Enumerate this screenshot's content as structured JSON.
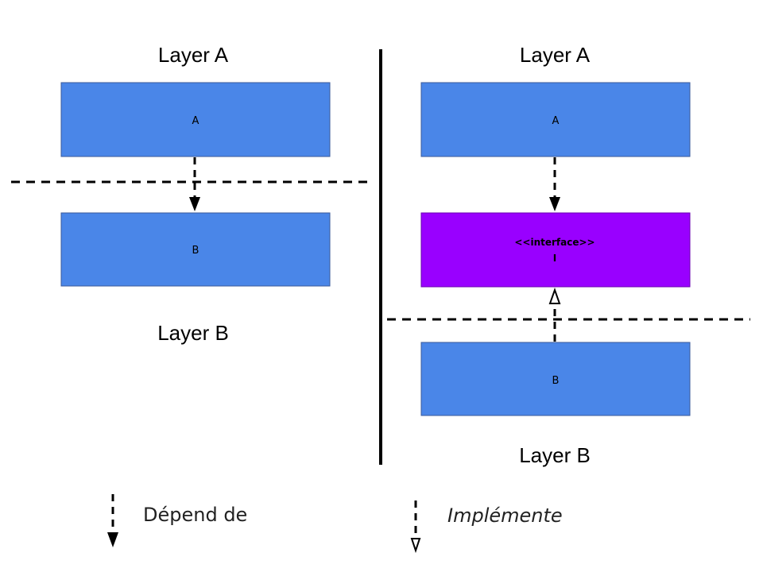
{
  "left": {
    "layer_a_label": "Layer A",
    "layer_b_label": "Layer B",
    "box_a_label": "A",
    "box_b_label": "B"
  },
  "right": {
    "layer_a_label": "Layer A",
    "layer_b_label": "Layer B",
    "box_a_label": "A",
    "interface_stereotype": "<<interface>>",
    "interface_name": "I",
    "box_b_label": "B"
  },
  "legend": {
    "depends_label": "Dépend de",
    "implements_label": "Implémente"
  },
  "colors": {
    "box_blue": "#4a86e8",
    "interface_purple": "#9900ff",
    "line": "#000000"
  }
}
